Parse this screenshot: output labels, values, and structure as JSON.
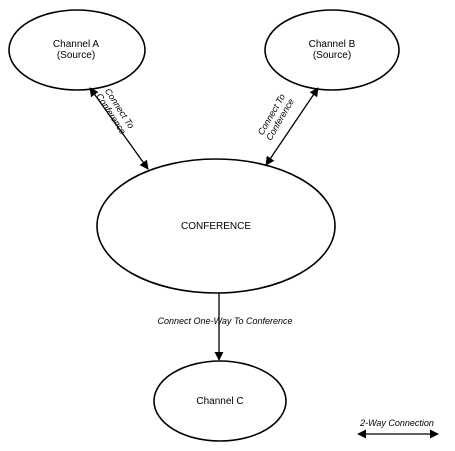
{
  "nodes": {
    "channel_a": {
      "line1": "Channel A",
      "line2": "(Source)"
    },
    "channel_b": {
      "line1": "Channel B",
      "line2": "(Source)"
    },
    "conference": {
      "label": "CONFERENCE"
    },
    "channel_c": {
      "label": "Channel C"
    }
  },
  "edges": {
    "a_to_conf": {
      "line1": "Connect To",
      "line2": "Conference"
    },
    "b_to_conf": {
      "line1": "Connect To",
      "line2": "Conference"
    },
    "conf_to_c": {
      "label": "Connect One-Way To Conference"
    }
  },
  "legend": {
    "label": "2-Way Connection"
  }
}
